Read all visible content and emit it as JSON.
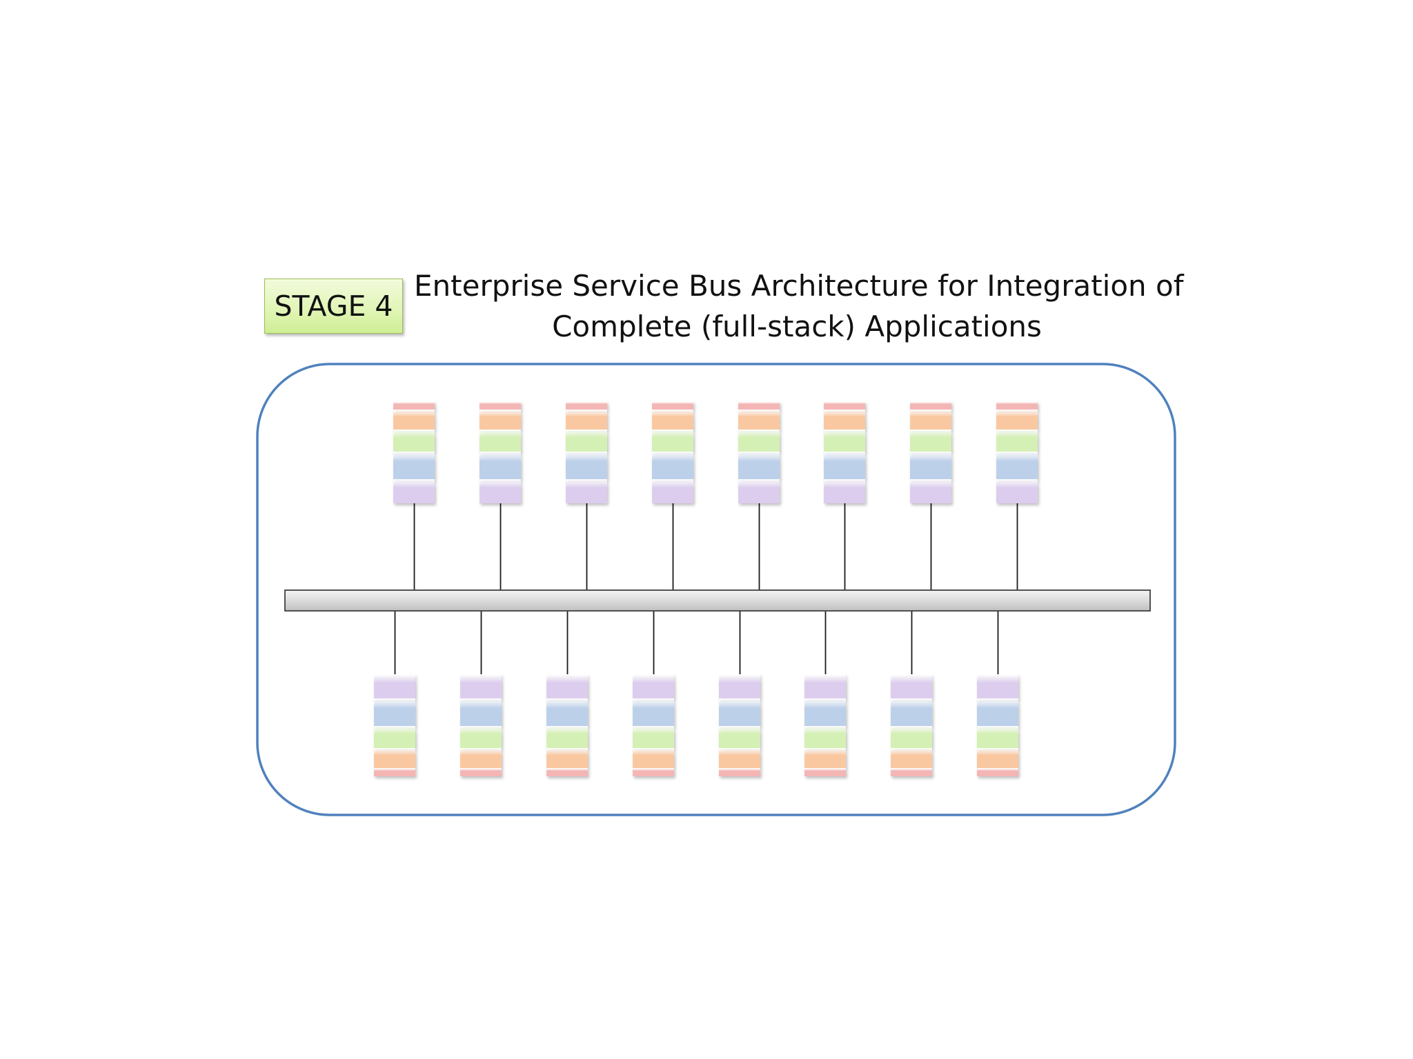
{
  "slide": {
    "stage_label": "STAGE 4",
    "title_line1": "Enterprise Service Bus Architecture for Integration of",
    "title_line2": "Complete (full-stack) Applications"
  },
  "diagram": {
    "top_application_count": 8,
    "bottom_application_count": 8,
    "top_stack_order": [
      "red",
      "orange",
      "green",
      "blue",
      "purple"
    ],
    "bottom_stack_order": [
      "purple",
      "blue",
      "green",
      "orange",
      "red"
    ],
    "colors": {
      "frame": "#4f81bd",
      "bus_fill": "#d9d9d9",
      "connector": "#1a1a1a",
      "stage_fill": "#e0f5b4",
      "stage_border": "#9bbb59",
      "red": "#f4b6b4",
      "orange": "#fac8a0",
      "green": "#d4f0b4",
      "blue": "#bcd0ea",
      "purple": "#dccdee"
    }
  }
}
